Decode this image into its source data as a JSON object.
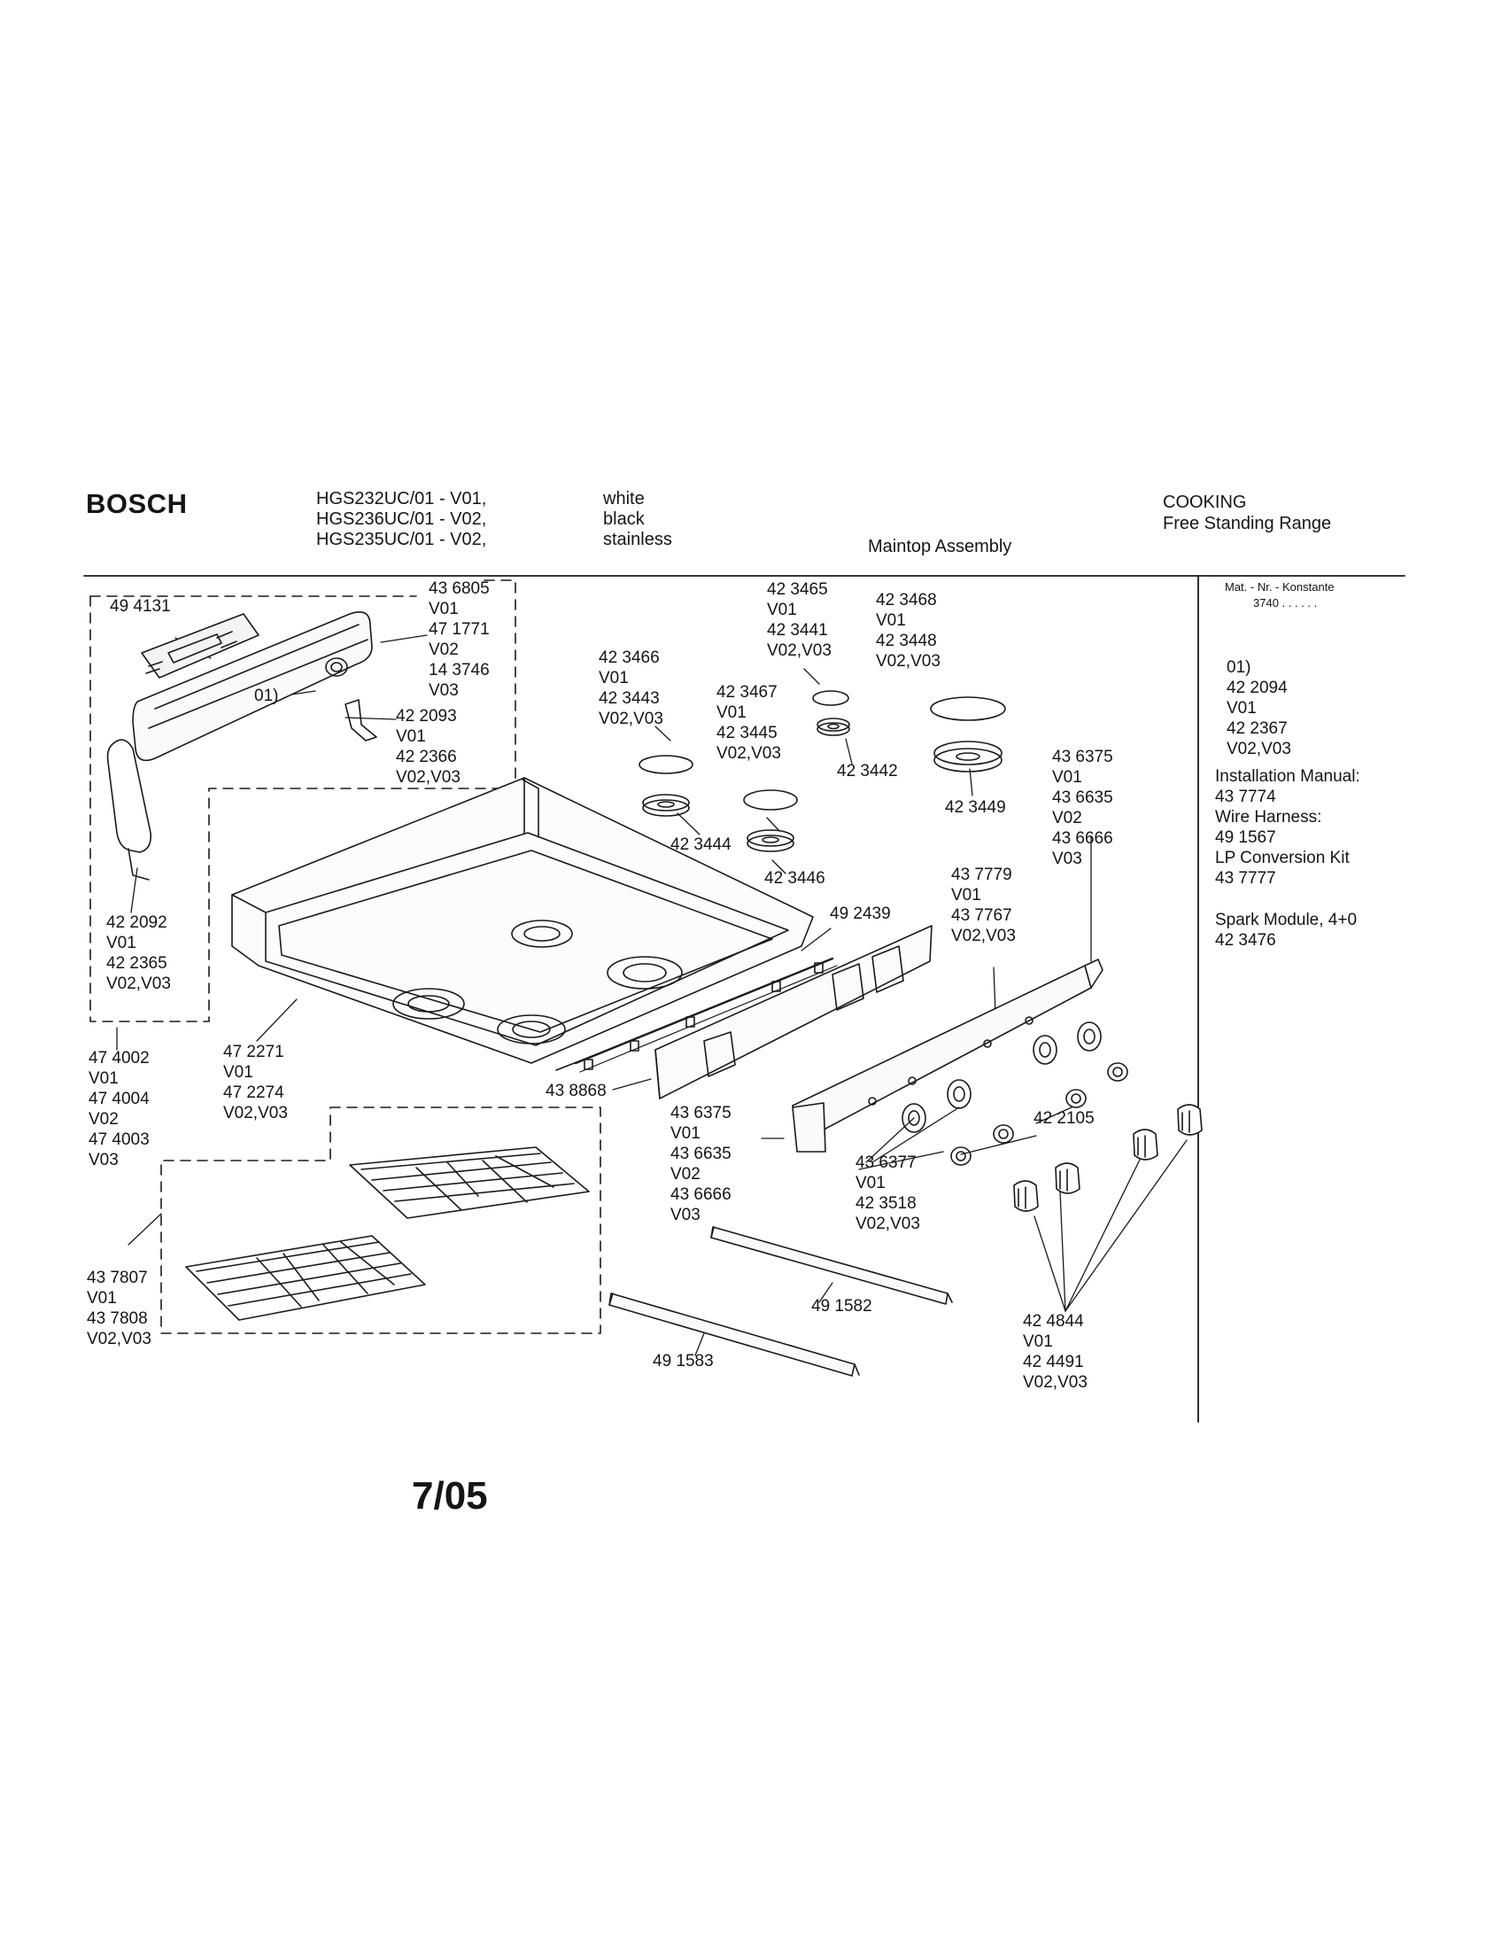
{
  "header": {
    "brand": "BOSCH",
    "models": [
      "HGS232UC/01 - V01,",
      "HGS236UC/01 - V02,",
      "HGS235UC/01 - V02,"
    ],
    "colors": [
      "white",
      "black",
      "stainless"
    ],
    "assembly_title": "Maintop Assembly",
    "category": "COOKING",
    "product_type": "Free Standing Range"
  },
  "sidebar": {
    "mat_nr_label": "Mat. - Nr. - Konstante",
    "mat_nr_value": "3740 . . . . . .",
    "notes": [
      "01)",
      "42 2094",
      "V01",
      "42 2367",
      "V02,V03",
      "Installation Manual:",
      "43 7774",
      "Wire Harness:",
      "49 1567",
      "LP Conversion Kit",
      "43 7777",
      "Spark Module, 4+0",
      "42 3476"
    ]
  },
  "callouts": {
    "backguard_display": "49 4131",
    "backguard": "43 6805\nV01\n47 1771\nV02\n14 3746\nV03",
    "ref_01": "01)",
    "bracket": "42 2093\nV01\n42 2366\nV02,V03",
    "end_cap": "42 2092\nV01\n42 2365\nV02,V03",
    "backguard_assy": "47 4002\nV01\n47 4004\nV02\n47 4003\nV03",
    "maintop": "47 2271\nV01\n47 2274\nV02,V03",
    "grates": "43 7807\nV01\n43 7808\nV02,V03",
    "cap_a": "42 3466\nV01\n42 3443\nV02,V03",
    "head_a": "42 3444",
    "cap_b": "42 3467\nV01\n42 3445\nV02,V03",
    "head_b": "42 3446",
    "cap_c": "42 3465\nV01\n42 3441\nV02,V03",
    "head_c": "42 3442",
    "cap_d": "42 3468\nV01\n42 3448\nV02,V03",
    "head_d": "42 3449",
    "harness": "49 2439",
    "manifold_top": "43 7779\nV01\n43 7767\nV02,V03",
    "side_trim_right": "43 6375\nV01\n43 6635\nV02\n43 6666\nV03",
    "side_trim_left": "43 6375\nV01\n43 6635\nV02\n43 6666\nV03",
    "electrode": "43 8868",
    "valve": "43 6377\nV01\n42 3518\nV02,V03",
    "bezel": "42 2105",
    "rail_upper": "49 1582",
    "rail_lower": "49 1583",
    "knobs": "42 4844\nV01\n42 4491\nV02,V03"
  },
  "date_code": "7/05"
}
